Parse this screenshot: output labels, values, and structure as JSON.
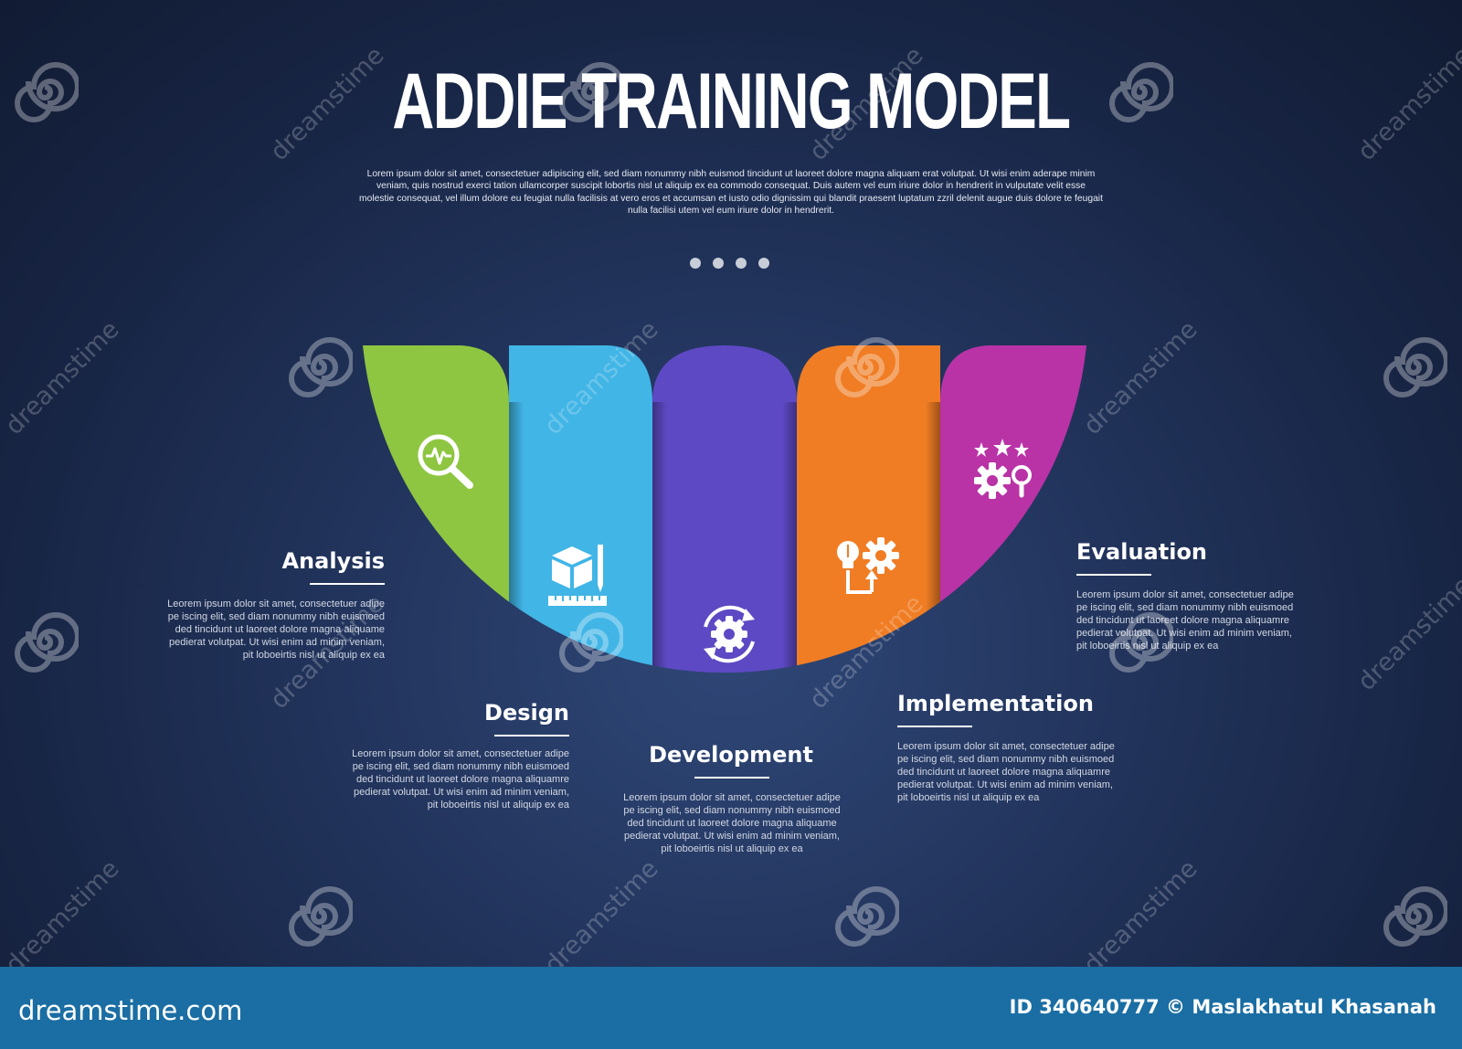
{
  "title": "ADDIE TRAINING MODEL",
  "intro": "Lorem ipsum dolor sit amet, consectetuer adipiscing elit, sed diam nonummy nibh euismod tincidunt ut laoreet dolore magna aliquam erat volutpat. Ut wisi enim aderape minim veniam, quis nostrud exerci tation ullamcorper suscipit lobortis nisl ut aliquip ex ea commodo consequat. Duis autem vel eum iriure dolor in hendrerit in vulputate velit esse molestie consequat, vel illum dolore eu feugiat nulla facilisis at vero eros et accumsan et iusto odio dignissim qui blandit praesent luptatum zzril delenit augue duis dolore te feugait nulla facilisi utem vel eum iriure dolor in hendrerit.",
  "steps": [
    {
      "title": "Analysis",
      "color": "#8ec641",
      "icon": "magnifier-pulse-icon",
      "desc": "Leorem ipsum dolor sit amet, consectetuer adipe pe iscing elit, sed diam nonummy nibh euismoed ded tincidunt ut laoreet dolore magna aliquame pedierat volutpat. Ut wisi enim ad minim veniam, pit loboeirtis nisl ut aliquip ex ea"
    },
    {
      "title": "Design",
      "color": "#41b5e6",
      "icon": "cube-ruler-pencil-icon",
      "desc": "Leorem ipsum dolor sit amet, consectetuer adipe pe iscing elit, sed diam nonummy nibh euismoed ded tincidunt ut laoreet dolore magna aliquamre pedierat volutpat. Ut wisi enim ad minim veniam, pit loboeirtis nisl ut aliquip ex ea"
    },
    {
      "title": "Development",
      "color": "#5e49c4",
      "icon": "gear-cycle-icon",
      "desc": "Leorem ipsum dolor sit amet, consectetuer adipe pe iscing elit, sed diam nonummy nibh euismoed ded tincidunt ut laoreet dolore magna aliquame pedierat volutpat. Ut wisi enim ad minim veniam, pit loboeirtis nisl ut aliquip ex ea"
    },
    {
      "title": "Implementation",
      "color": "#f07d24",
      "icon": "bulb-gear-flow-icon",
      "desc": "Leorem ipsum dolor sit amet, consectetuer adipe pe iscing elit, sed diam nonummy nibh euismoed ded tincidunt ut laoreet dolore magna aliquamre pedierat volutpat. Ut wisi enim ad minim veniam, pit loboeirtis nisl ut aliquip ex ea"
    },
    {
      "title": "Evaluation",
      "color": "#b933a6",
      "icon": "stars-gear-search-icon",
      "desc": "Leorem ipsum dolor sit amet, consectetuer adipe pe iscing elit, sed diam nonummy nibh euismoed ded tincidunt ut laoreet dolore magna aliquamre pedierat volutpat. Ut wisi enim ad minim veniam, pit loboeirtis nisl ut aliquip ex ea"
    }
  ],
  "watermark": {
    "text": "dreamstime",
    "brand": "dreamstime.com",
    "credit": "ID 340640777 © Maslakhatul Khasanah"
  },
  "colors": {
    "footer": "#1a6ea3"
  }
}
